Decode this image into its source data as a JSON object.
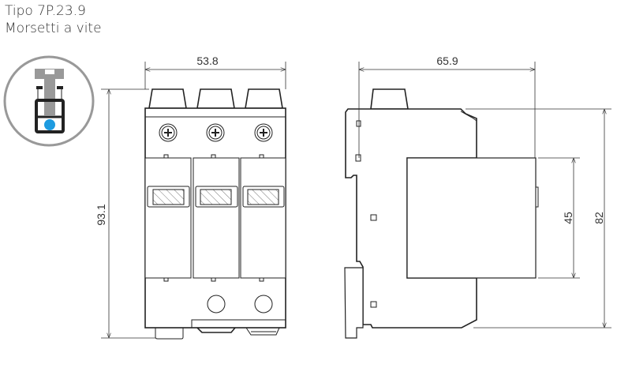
{
  "header": {
    "type_label": "Tipo 7P.23.9",
    "terminal_label": "Morsetti a vite"
  },
  "icon": {
    "name": "screw-terminal-icon",
    "accent_color": "#1e9be0"
  },
  "dimensions": {
    "front_width": "53.8",
    "front_height": "93.1",
    "side_depth": "65.9",
    "side_front_height": "45",
    "side_body_height": "82"
  }
}
